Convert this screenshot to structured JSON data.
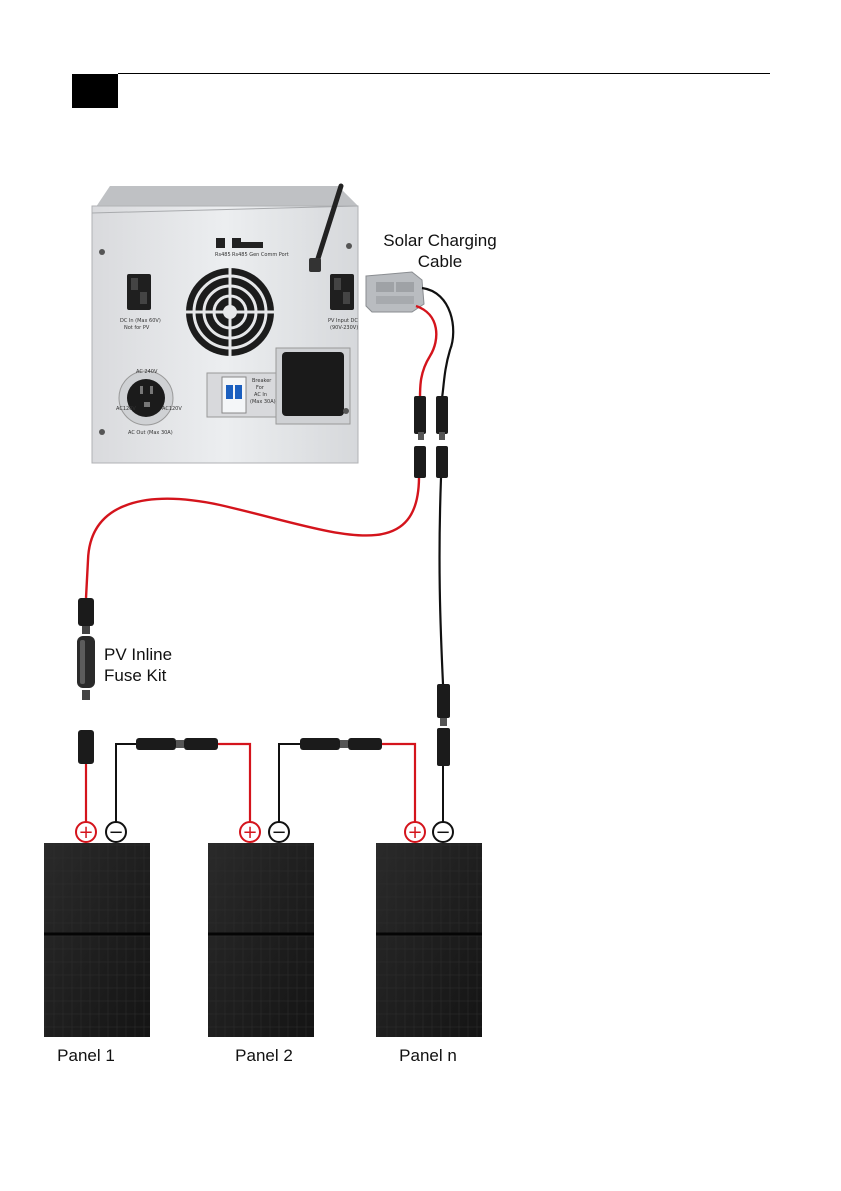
{
  "labels": {
    "solar_cable_line1": "Solar Charging",
    "solar_cable_line2": "Cable",
    "fuse_line1": "PV Inline",
    "fuse_line2": "Fuse Kit",
    "panel1": "Panel 1",
    "panel2": "Panel 2",
    "panel3": "Panel n"
  },
  "device_labels": {
    "port_rs485": "Rs485",
    "port_rs485_gen": "Rs485 Gen Comm Port",
    "dc_in": "DC In (Max 60V)",
    "dc_in_sub": "Not for PV",
    "pv_input": "PV Input DC",
    "pv_input_sub": "(90V-230V)",
    "ac_out": "AC Out (Max 30A)",
    "outlet_top": "AC 240V",
    "outlet_left": "AC120V",
    "outlet_right": "AC120V",
    "breaker": "Breaker",
    "breaker_sub1": "For",
    "breaker_sub2": "AC In",
    "breaker_sub3": "(Max 30A)"
  },
  "colors": {
    "positive_wire": "#d4141c",
    "negative_wire": "#111111",
    "panel": "#1c1c1c",
    "device_body": "#e6e7e9"
  },
  "icons": {
    "positive_terminal": "plus-circle-icon",
    "negative_terminal": "minus-circle-icon"
  },
  "polarity": {
    "positive": "+",
    "negative": "−"
  }
}
